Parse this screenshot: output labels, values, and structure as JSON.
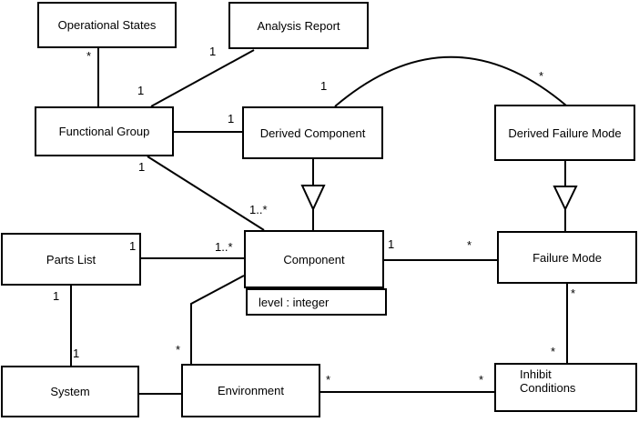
{
  "diagram": {
    "type": "uml-class-diagram",
    "colors": {
      "line": "#000000",
      "box_fill": "#ffffff",
      "background": "#ffffff",
      "text": "#000000"
    },
    "classes": [
      {
        "id": "operational-states",
        "label": "Operational States"
      },
      {
        "id": "analysis-report",
        "label": "Analysis Report"
      },
      {
        "id": "functional-group",
        "label": "Functional Group"
      },
      {
        "id": "derived-component",
        "label": "Derived Component"
      },
      {
        "id": "derived-failure-mode",
        "label": "Derived Failure Mode"
      },
      {
        "id": "parts-list",
        "label": "Parts List"
      },
      {
        "id": "component",
        "label": "Component",
        "attributes": [
          "level : integer"
        ]
      },
      {
        "id": "failure-mode",
        "label": "Failure Mode"
      },
      {
        "id": "system",
        "label": "System"
      },
      {
        "id": "environment",
        "label": "Environment"
      },
      {
        "id": "inhibit-conditions",
        "label": "Inhibit Conditions"
      }
    ],
    "edges": [
      {
        "from": "Operational States",
        "to": "Functional Group",
        "relation": "association",
        "labels": [
          {
            "end": "operational-states",
            "text": "*"
          },
          {
            "end": "functional-group",
            "text": "1"
          }
        ]
      },
      {
        "from": "Analysis Report",
        "to": "Functional Group",
        "relation": "association",
        "labels": [
          {
            "end": "analysis-report",
            "text": "1"
          }
        ]
      },
      {
        "from": "Functional Group",
        "to": "Derived Component",
        "relation": "association",
        "labels": [
          {
            "end": "derived-component",
            "text": "1"
          }
        ]
      },
      {
        "from": "Functional Group",
        "to": "Component",
        "relation": "association",
        "labels": [
          {
            "end": "functional-group",
            "text": "1"
          },
          {
            "end": "component",
            "text": "1..*"
          }
        ]
      },
      {
        "from": "Parts List",
        "to": "Component",
        "relation": "association",
        "labels": [
          {
            "end": "parts-list",
            "text": "1"
          },
          {
            "end": "component",
            "text": "1..*"
          }
        ]
      },
      {
        "from": "Parts List",
        "to": "System",
        "relation": "association",
        "labels": [
          {
            "end": "parts-list",
            "text": "1"
          },
          {
            "end": "system",
            "text": "1"
          }
        ]
      },
      {
        "from": "System",
        "to": "Environment",
        "relation": "association",
        "labels": []
      },
      {
        "from": "Environment",
        "to": "Component",
        "relation": "association",
        "labels": [
          {
            "end": "environment",
            "text": "*"
          }
        ]
      },
      {
        "from": "Component",
        "to": "Failure Mode",
        "relation": "association",
        "labels": [
          {
            "end": "component",
            "text": "1"
          },
          {
            "end": "failure-mode",
            "text": "*"
          }
        ]
      },
      {
        "from": "Failure Mode",
        "to": "Inhibit Conditions",
        "relation": "association",
        "labels": [
          {
            "end": "failure-mode",
            "text": "*"
          },
          {
            "end": "inhibit-conditions",
            "text": "*"
          }
        ]
      },
      {
        "from": "Environment",
        "to": "Inhibit Conditions",
        "relation": "association",
        "labels": [
          {
            "end": "environment",
            "text": "*"
          },
          {
            "end": "inhibit-conditions",
            "text": "*"
          }
        ]
      },
      {
        "from": "Derived Component",
        "to": "Component",
        "relation": "generalization",
        "labels": []
      },
      {
        "from": "Derived Failure Mode",
        "to": "Failure Mode",
        "relation": "generalization",
        "labels": []
      },
      {
        "from": "Derived Component",
        "to": "Derived Failure Mode",
        "relation": "association",
        "labels": [
          {
            "end": "derived-component",
            "text": "1"
          },
          {
            "end": "derived-failure-mode",
            "text": "*"
          }
        ]
      }
    ]
  }
}
